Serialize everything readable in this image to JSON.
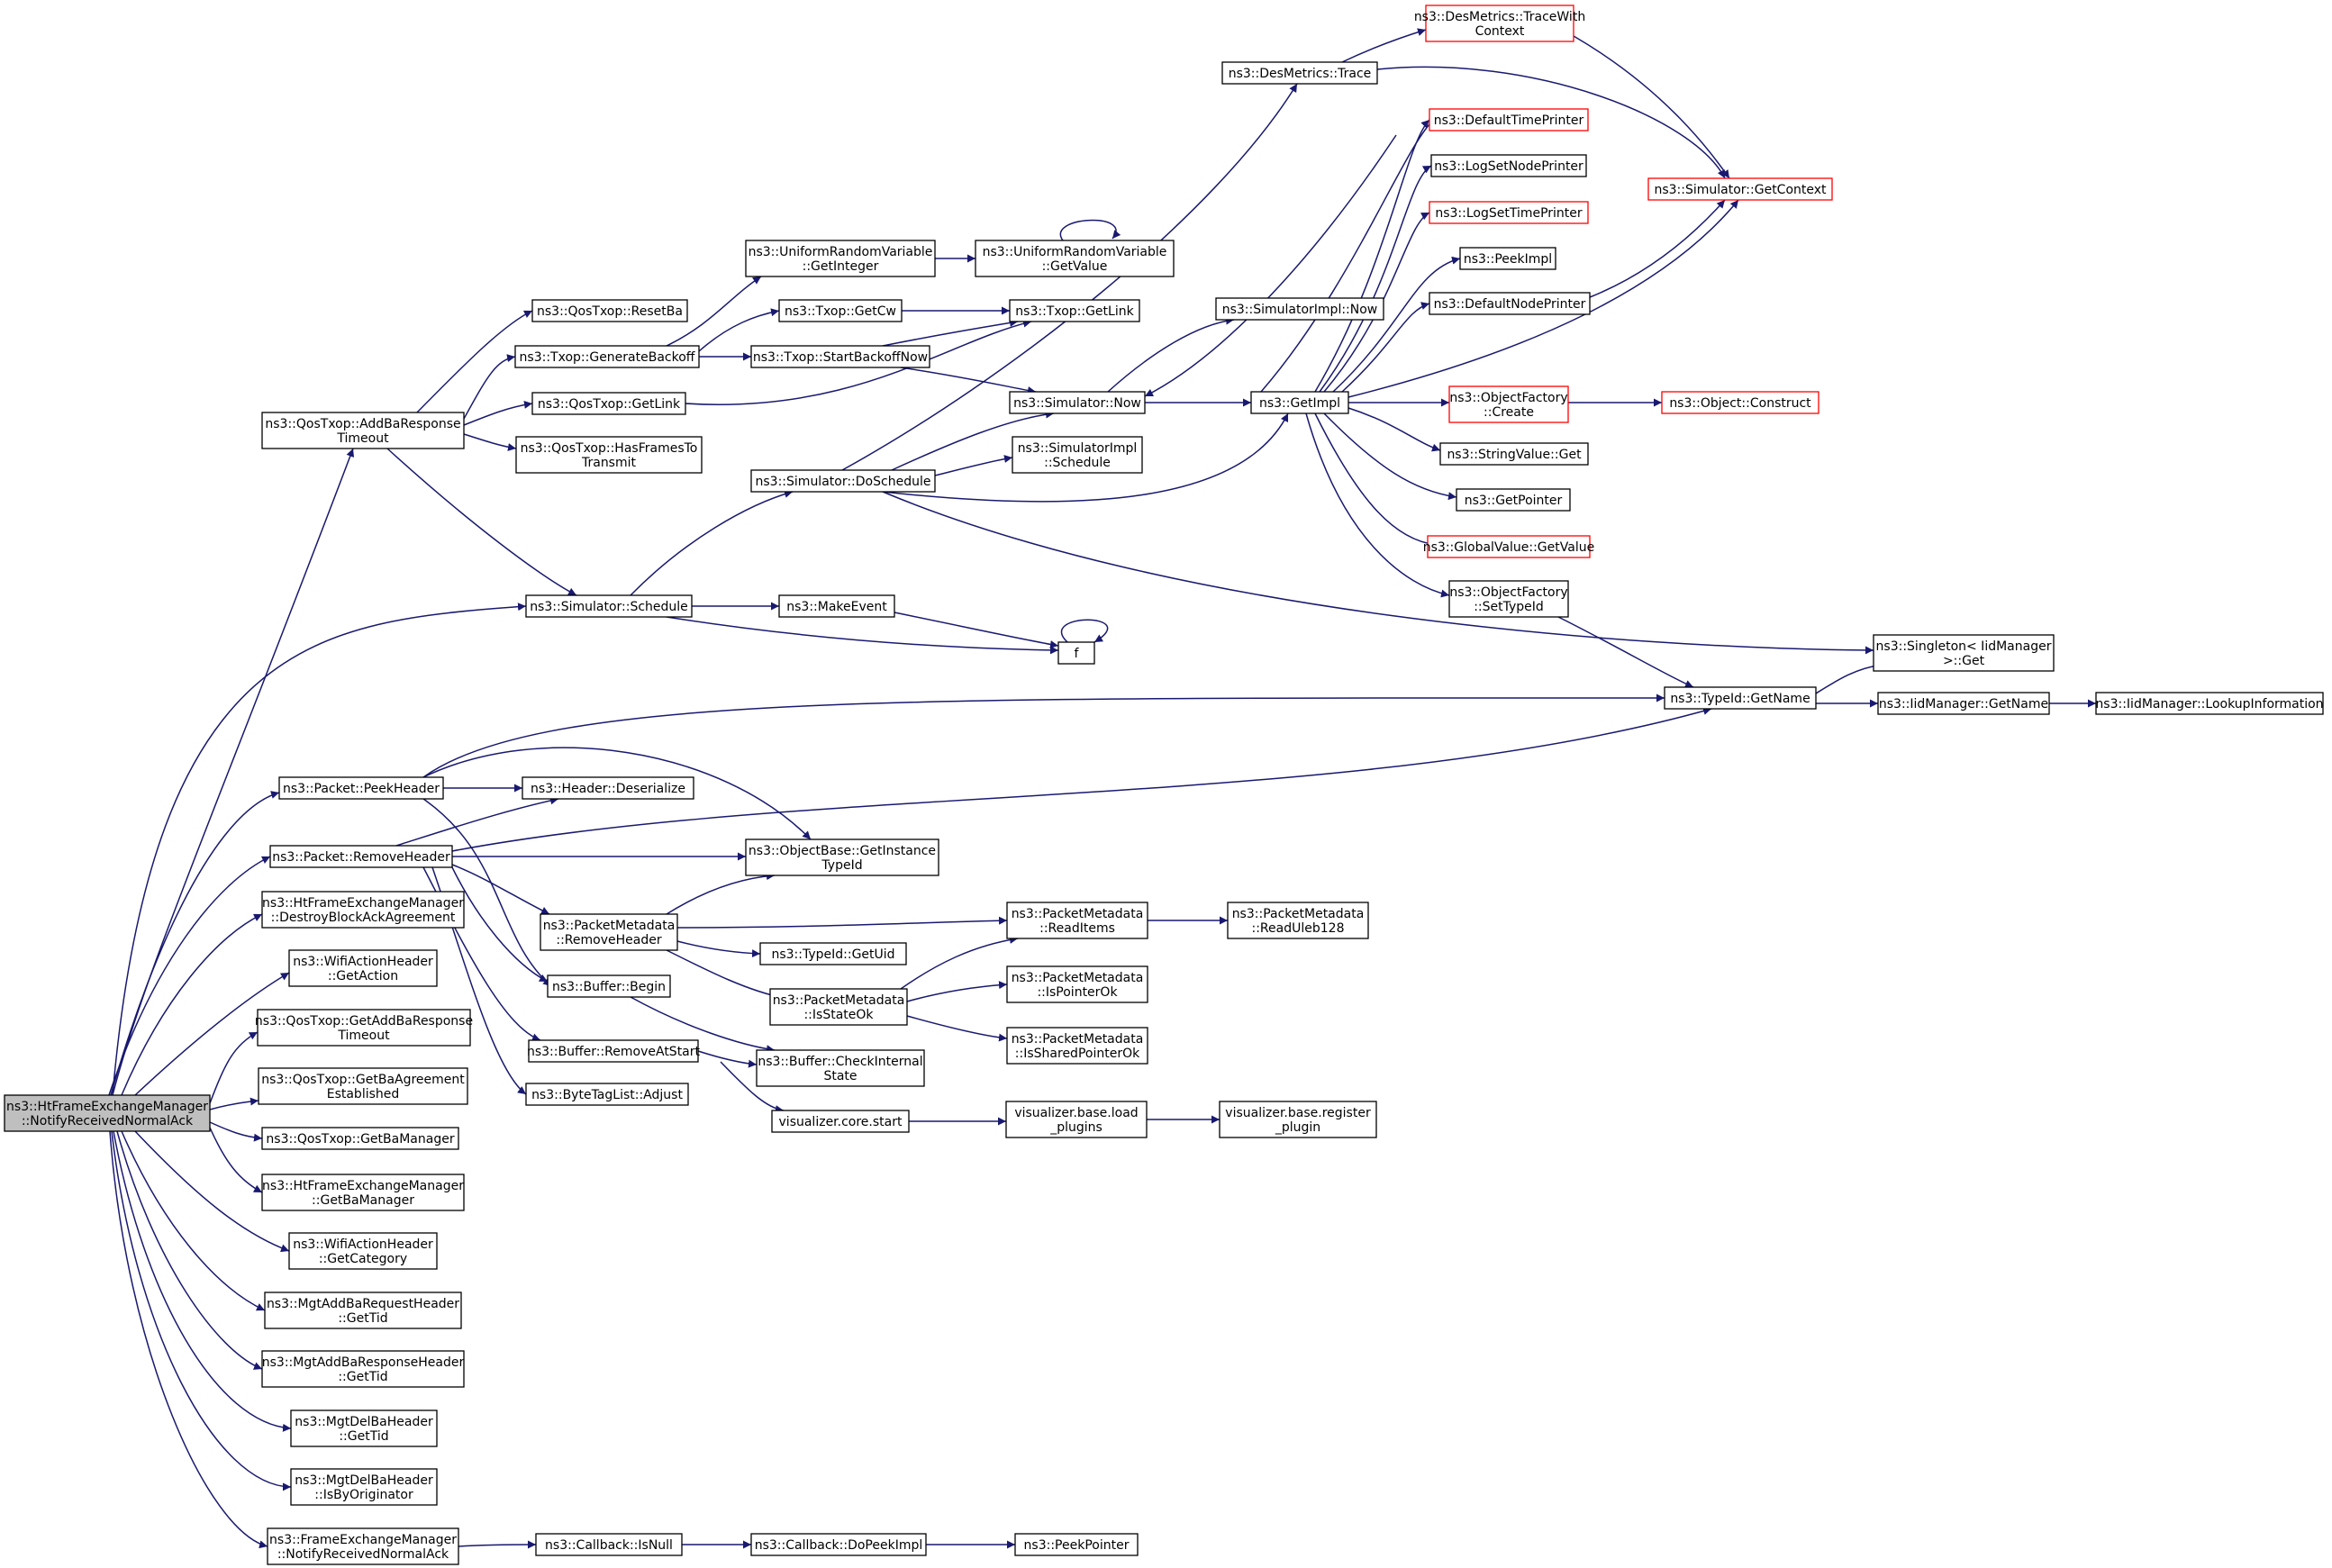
{
  "diagram": {
    "type": "call-graph",
    "colors": {
      "edge": "#191970",
      "node_border": "#000000",
      "truncated_node_border": "#ff0000",
      "root_fill": "#bfbfbf",
      "node_fill": "#ffffff"
    },
    "nodes": [
      {
        "id": "root",
        "lines": [
          "ns3::HtFrameExchangeManager",
          "::NotifyReceivedNormalAck"
        ],
        "style": "root"
      },
      {
        "id": "addBaResp",
        "lines": [
          "ns3::QosTxop::AddBaResponse",
          "Timeout"
        ]
      },
      {
        "id": "peekHeader",
        "lines": [
          "ns3::Packet::PeekHeader"
        ]
      },
      {
        "id": "removeHeader",
        "lines": [
          "ns3::Packet::RemoveHeader"
        ]
      },
      {
        "id": "destroyBA",
        "lines": [
          "ns3::HtFrameExchangeManager",
          "::DestroyBlockAckAgreement"
        ]
      },
      {
        "id": "wifiGetAction",
        "lines": [
          "ns3::WifiActionHeader",
          "::GetAction"
        ]
      },
      {
        "id": "getAddBaResp",
        "lines": [
          "ns3::QosTxop::GetAddBaResponse",
          "Timeout"
        ]
      },
      {
        "id": "getBaAgree",
        "lines": [
          "ns3::QosTxop::GetBaAgreement",
          "Established"
        ]
      },
      {
        "id": "qosGetBaMgr",
        "lines": [
          "ns3::QosTxop::GetBaManager"
        ]
      },
      {
        "id": "htGetBaMgr",
        "lines": [
          "ns3::HtFrameExchangeManager",
          "::GetBaManager"
        ]
      },
      {
        "id": "wifiGetCat",
        "lines": [
          "ns3::WifiActionHeader",
          "::GetCategory"
        ]
      },
      {
        "id": "mgtReqTid",
        "lines": [
          "ns3::MgtAddBaRequestHeader",
          "::GetTid"
        ]
      },
      {
        "id": "mgtRespTid",
        "lines": [
          "ns3::MgtAddBaResponseHeader",
          "::GetTid"
        ]
      },
      {
        "id": "mgtDelTid",
        "lines": [
          "ns3::MgtDelBaHeader",
          "::GetTid"
        ]
      },
      {
        "id": "mgtDelOrig",
        "lines": [
          "ns3::MgtDelBaHeader",
          "::IsByOriginator"
        ]
      },
      {
        "id": "feNotify",
        "lines": [
          "ns3::FrameExchangeManager",
          "::NotifyReceivedNormalAck"
        ]
      },
      {
        "id": "resetBa",
        "lines": [
          "ns3::QosTxop::ResetBa"
        ]
      },
      {
        "id": "genBackoff",
        "lines": [
          "ns3::Txop::GenerateBackoff"
        ]
      },
      {
        "id": "qosGetLink",
        "lines": [
          "ns3::QosTxop::GetLink"
        ]
      },
      {
        "id": "hasFrames",
        "lines": [
          "ns3::QosTxop::HasFramesTo",
          "Transmit"
        ]
      },
      {
        "id": "simSchedule",
        "lines": [
          "ns3::Simulator::Schedule"
        ]
      },
      {
        "id": "headerDeser",
        "lines": [
          "ns3::Header::Deserialize"
        ]
      },
      {
        "id": "pmRemoveHeader",
        "lines": [
          "ns3::PacketMetadata",
          "::RemoveHeader"
        ]
      },
      {
        "id": "bufBegin",
        "lines": [
          "ns3::Buffer::Begin"
        ]
      },
      {
        "id": "bufRemoveAtStart",
        "lines": [
          "ns3::Buffer::RemoveAtStart"
        ]
      },
      {
        "id": "byteTagAdjust",
        "lines": [
          "ns3::ByteTagList::Adjust"
        ]
      },
      {
        "id": "cbIsNull",
        "lines": [
          "ns3::Callback::IsNull"
        ]
      },
      {
        "id": "urvGetInt",
        "lines": [
          "ns3::UniformRandomVariable",
          "::GetInteger"
        ]
      },
      {
        "id": "txopGetCw",
        "lines": [
          "ns3::Txop::GetCw"
        ]
      },
      {
        "id": "txopStartBackoff",
        "lines": [
          "ns3::Txop::StartBackoffNow"
        ]
      },
      {
        "id": "simDoSchedule",
        "lines": [
          "ns3::Simulator::DoSchedule"
        ]
      },
      {
        "id": "objGetInst",
        "lines": [
          "ns3::ObjectBase::GetInstance",
          "TypeId"
        ]
      },
      {
        "id": "typeIdGetUid",
        "lines": [
          "ns3::TypeId::GetUid"
        ]
      },
      {
        "id": "pmIsStateOk",
        "lines": [
          "ns3::PacketMetadata",
          "::IsStateOk"
        ]
      },
      {
        "id": "bufCheck",
        "lines": [
          "ns3::Buffer::CheckInternal",
          "State"
        ]
      },
      {
        "id": "vizCoreStart",
        "lines": [
          "visualizer.core.start"
        ]
      },
      {
        "id": "cbDoPeek",
        "lines": [
          "ns3::Callback::DoPeekImpl"
        ]
      },
      {
        "id": "makeEvent",
        "lines": [
          "ns3::MakeEvent"
        ]
      },
      {
        "id": "urvGetValue",
        "lines": [
          "ns3::UniformRandomVariable",
          "::GetValue"
        ]
      },
      {
        "id": "txopGetLink",
        "lines": [
          "ns3::Txop::GetLink"
        ]
      },
      {
        "id": "simNow",
        "lines": [
          "ns3::Simulator::Now"
        ]
      },
      {
        "id": "simImplSchedule",
        "lines": [
          "ns3::SimulatorImpl",
          "::Schedule"
        ]
      },
      {
        "id": "pmReadItems",
        "lines": [
          "ns3::PacketMetadata",
          "::ReadItems"
        ]
      },
      {
        "id": "pmIsPtrOk",
        "lines": [
          "ns3::PacketMetadata",
          "::IsPointerOk"
        ]
      },
      {
        "id": "pmIsSharedPtrOk",
        "lines": [
          "ns3::PacketMetadata",
          "::IsSharedPointerOk"
        ]
      },
      {
        "id": "vizLoadPlugins",
        "lines": [
          "visualizer.base.load",
          "_plugins"
        ]
      },
      {
        "id": "peekPointer",
        "lines": [
          "ns3::PeekPointer"
        ]
      },
      {
        "id": "f",
        "lines": [
          "f"
        ]
      },
      {
        "id": "desTrace",
        "lines": [
          "ns3::DesMetrics::Trace"
        ]
      },
      {
        "id": "simImplNow",
        "lines": [
          "ns3::SimulatorImpl::Now"
        ]
      },
      {
        "id": "getImpl",
        "lines": [
          "ns3::GetImpl"
        ]
      },
      {
        "id": "pmReadUleb",
        "lines": [
          "ns3::PacketMetadata",
          "::ReadUleb128"
        ]
      },
      {
        "id": "vizRegPlugin",
        "lines": [
          "visualizer.base.register",
          "_plugin"
        ]
      },
      {
        "id": "desTraceCtx",
        "lines": [
          "ns3::DesMetrics::TraceWith",
          "Context"
        ],
        "style": "red"
      },
      {
        "id": "defTimePrinter",
        "lines": [
          "ns3::DefaultTimePrinter"
        ],
        "style": "red"
      },
      {
        "id": "logSetNode",
        "lines": [
          "ns3::LogSetNodePrinter"
        ]
      },
      {
        "id": "logSetTime",
        "lines": [
          "ns3::LogSetTimePrinter"
        ],
        "style": "red"
      },
      {
        "id": "peekImpl",
        "lines": [
          "ns3::PeekImpl"
        ]
      },
      {
        "id": "defNodePrinter",
        "lines": [
          "ns3::DefaultNodePrinter"
        ]
      },
      {
        "id": "objFactCreate",
        "lines": [
          "ns3::ObjectFactory",
          "::Create"
        ],
        "style": "red"
      },
      {
        "id": "strValGet",
        "lines": [
          "ns3::StringValue::Get"
        ]
      },
      {
        "id": "getPointer",
        "lines": [
          "ns3::GetPointer"
        ]
      },
      {
        "id": "globalGetValue",
        "lines": [
          "ns3::GlobalValue::GetValue"
        ],
        "style": "red"
      },
      {
        "id": "objFactSetTid",
        "lines": [
          "ns3::ObjectFactory",
          "::SetTypeId"
        ]
      },
      {
        "id": "typeIdGetName",
        "lines": [
          "ns3::TypeId::GetName"
        ]
      },
      {
        "id": "simGetContext",
        "lines": [
          "ns3::Simulator::GetContext"
        ],
        "style": "red"
      },
      {
        "id": "objConstruct",
        "lines": [
          "ns3::Object::Construct"
        ],
        "style": "red"
      },
      {
        "id": "singletonGet",
        "lines": [
          "ns3::Singleton< IidManager",
          ">::Get"
        ]
      },
      {
        "id": "iidGetName",
        "lines": [
          "ns3::IidManager::GetName"
        ]
      },
      {
        "id": "iidLookup",
        "lines": [
          "ns3::IidManager::LookupInformation"
        ]
      }
    ]
  }
}
